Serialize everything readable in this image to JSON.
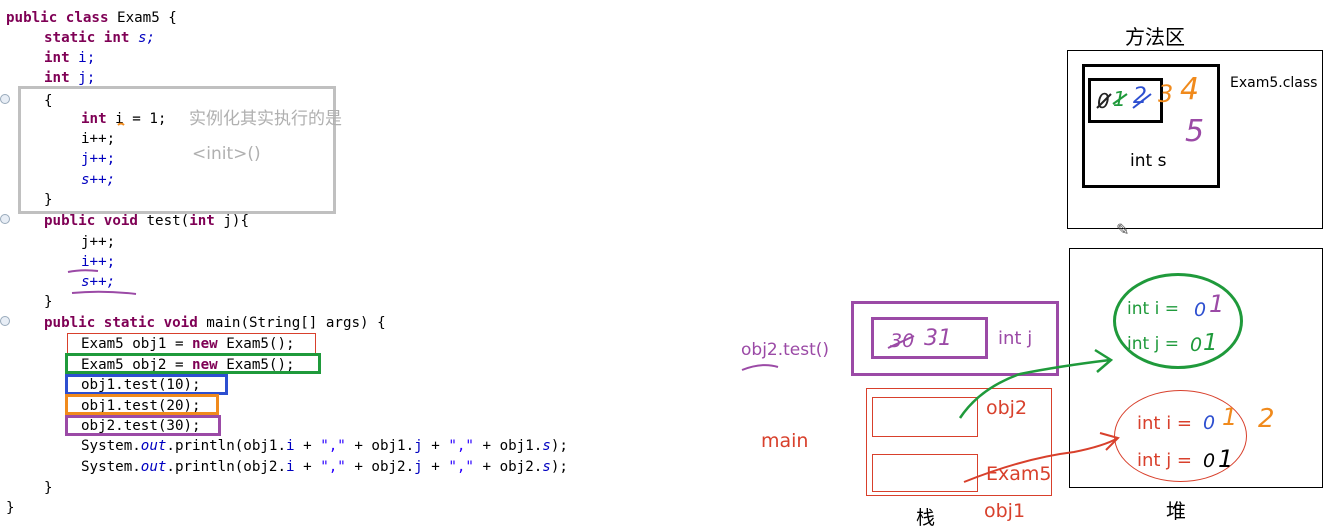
{
  "code": {
    "l1": {
      "kw": "public class ",
      "rest": "Exam5 {"
    },
    "l2": {
      "kw": "static int ",
      "rest": "s;"
    },
    "l3": {
      "kw": "int ",
      "rest": "i;"
    },
    "l4": {
      "kw": "int ",
      "rest": "j;"
    },
    "l5": "{",
    "l6": {
      "kw": "int ",
      "rest": "i = 1;"
    },
    "l7": "i++;",
    "l8": "j++;",
    "l9": "s++;",
    "l10": "}",
    "l11": {
      "kw1": "public void ",
      "mid": "test(",
      "kw2": "int ",
      "rest": "j){"
    },
    "l12": "j++;",
    "l13": "i++;",
    "l14": "s++;",
    "l15": "}",
    "l16": {
      "kw": "public static void ",
      "rest": "main(String[] args) {"
    },
    "l17": {
      "a": "Exam5 obj1 = ",
      "kw": "new ",
      "b": "Exam5();"
    },
    "l18": {
      "a": "Exam5 obj2 = ",
      "kw": "new ",
      "b": "Exam5();"
    },
    "l19": "obj1.test(10);",
    "l20": "obj1.test(20);",
    "l21": "obj2.test(30);",
    "l22": {
      "a": "System.",
      "b": "out",
      "c": ".println(obj1.",
      "d": "i",
      "e": " + ",
      "f": "\",\"",
      "g": " + obj1.",
      "h": "j",
      "i": " + ",
      "j": "\",\"",
      "k": " + obj1.",
      "l": "s",
      "m": ");"
    },
    "l23": {
      "a": "System.",
      "b": "out",
      "c": ".println(obj2.",
      "d": "i",
      "e": " + ",
      "f": "\",\"",
      "g": " + obj2.",
      "h": "j",
      "i": " + ",
      "j": "\",\"",
      "k": " + obj2.",
      "l": "s",
      "m": ");"
    },
    "l24": "}",
    "l25": "}"
  },
  "note": {
    "line1": "实例化其实执行的是",
    "line2": "<init>()"
  },
  "method_area": {
    "title": "方法区",
    "class_label": "Exam5.class",
    "static_field": "int s",
    "handwritten_values": [
      "0",
      "1",
      "2",
      "3",
      "4",
      "5"
    ]
  },
  "heap": {
    "title": "堆",
    "obj2": {
      "i": "int i = ",
      "i_values": [
        "0",
        "1"
      ],
      "j": "int j = ",
      "j_values": [
        "0",
        "1"
      ]
    },
    "obj1": {
      "i": "int i = ",
      "i_values": [
        "0",
        "1",
        "2"
      ],
      "j": "int j = ",
      "j_values": [
        "0",
        "1"
      ]
    }
  },
  "stack": {
    "title": "栈",
    "frame_call": "obj2.test()",
    "frame_var": "int j",
    "frame_values": [
      "30",
      "31"
    ],
    "main": "main",
    "obj2": "obj2",
    "obj1_type": "Exam5",
    "obj1": "obj1"
  },
  "colors": {
    "purple": "#9b4aa6",
    "green": "#1f9a3b",
    "red": "#d8402c",
    "blue": "#2d4fd0",
    "orange": "#f08a1c",
    "gray": "#c0c0c0"
  }
}
